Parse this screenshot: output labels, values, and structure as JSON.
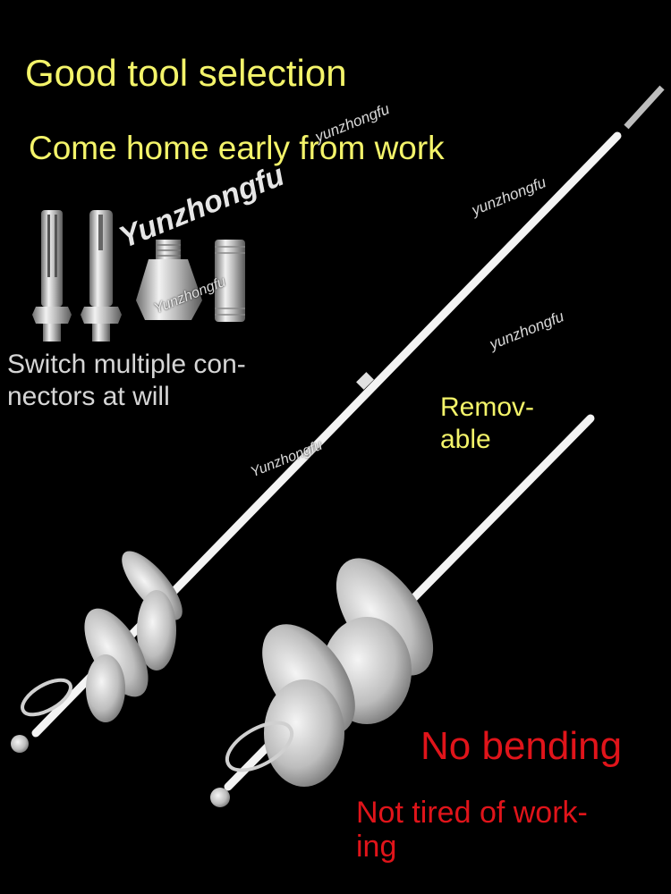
{
  "headline": "Good tool selection",
  "subheadline": "Come home early from work",
  "connectors_text": "Switch multiple con-\nnectors at will",
  "removable_text": "Remov-\nable",
  "no_bending_text": "No bending",
  "not_tired_text": "Not tired of work-\ning",
  "watermarks": {
    "large": "Yunzhongfu",
    "w1": "yunzhongfu",
    "w2": "yunzhongfu",
    "w3": "Yunzhongfu",
    "w4": "yunzhongfu",
    "w5": "Yunzhongfu"
  },
  "colors": {
    "background": "#000000",
    "headline": "#f4f46a",
    "body": "#d6d6d6",
    "accent_red": "#e0141a",
    "steel": "#c8c8c8"
  }
}
